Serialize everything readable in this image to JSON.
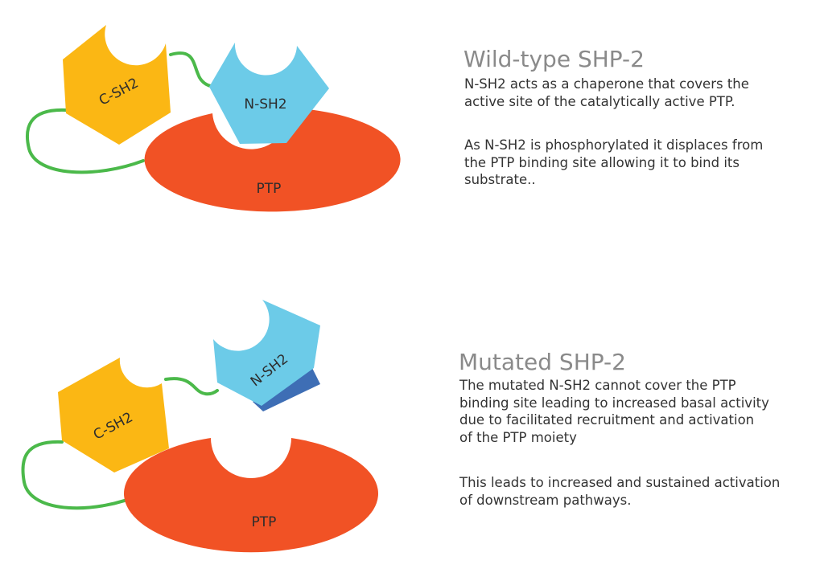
{
  "colors": {
    "ptp": "#f15225",
    "c_sh2": "#fbb714",
    "n_sh2": "#6ccbe8",
    "n_sh2_shadow": "#3e6eb5",
    "linker": "#4bb94a",
    "heading": "#8a8a8a",
    "body_text": "#333333"
  },
  "wild_type": {
    "title": "Wild-type SHP-2",
    "paragraph_1": "N-SH2 acts as a chaperone that covers the\nactive site of the catalytically active PTP.",
    "paragraph_2": "As N-SH2 is phosphorylated it displaces from\nthe PTP binding site allowing it to bind its\nsubstrate..",
    "labels": {
      "c_sh2": "C-SH2",
      "n_sh2": "N-SH2",
      "ptp": "PTP"
    }
  },
  "mutated": {
    "title": "Mutated SHP-2",
    "paragraph_1": "The mutated N-SH2 cannot cover the PTP\nbinding site leading to increased basal activity\ndue to facilitated recruitment and activation\nof the PTP moiety",
    "paragraph_2": "This leads to increased and sustained activation\nof downstream pathways.",
    "labels": {
      "c_sh2": "C-SH2",
      "n_sh2": "N-SH2",
      "ptp": "PTP"
    }
  }
}
